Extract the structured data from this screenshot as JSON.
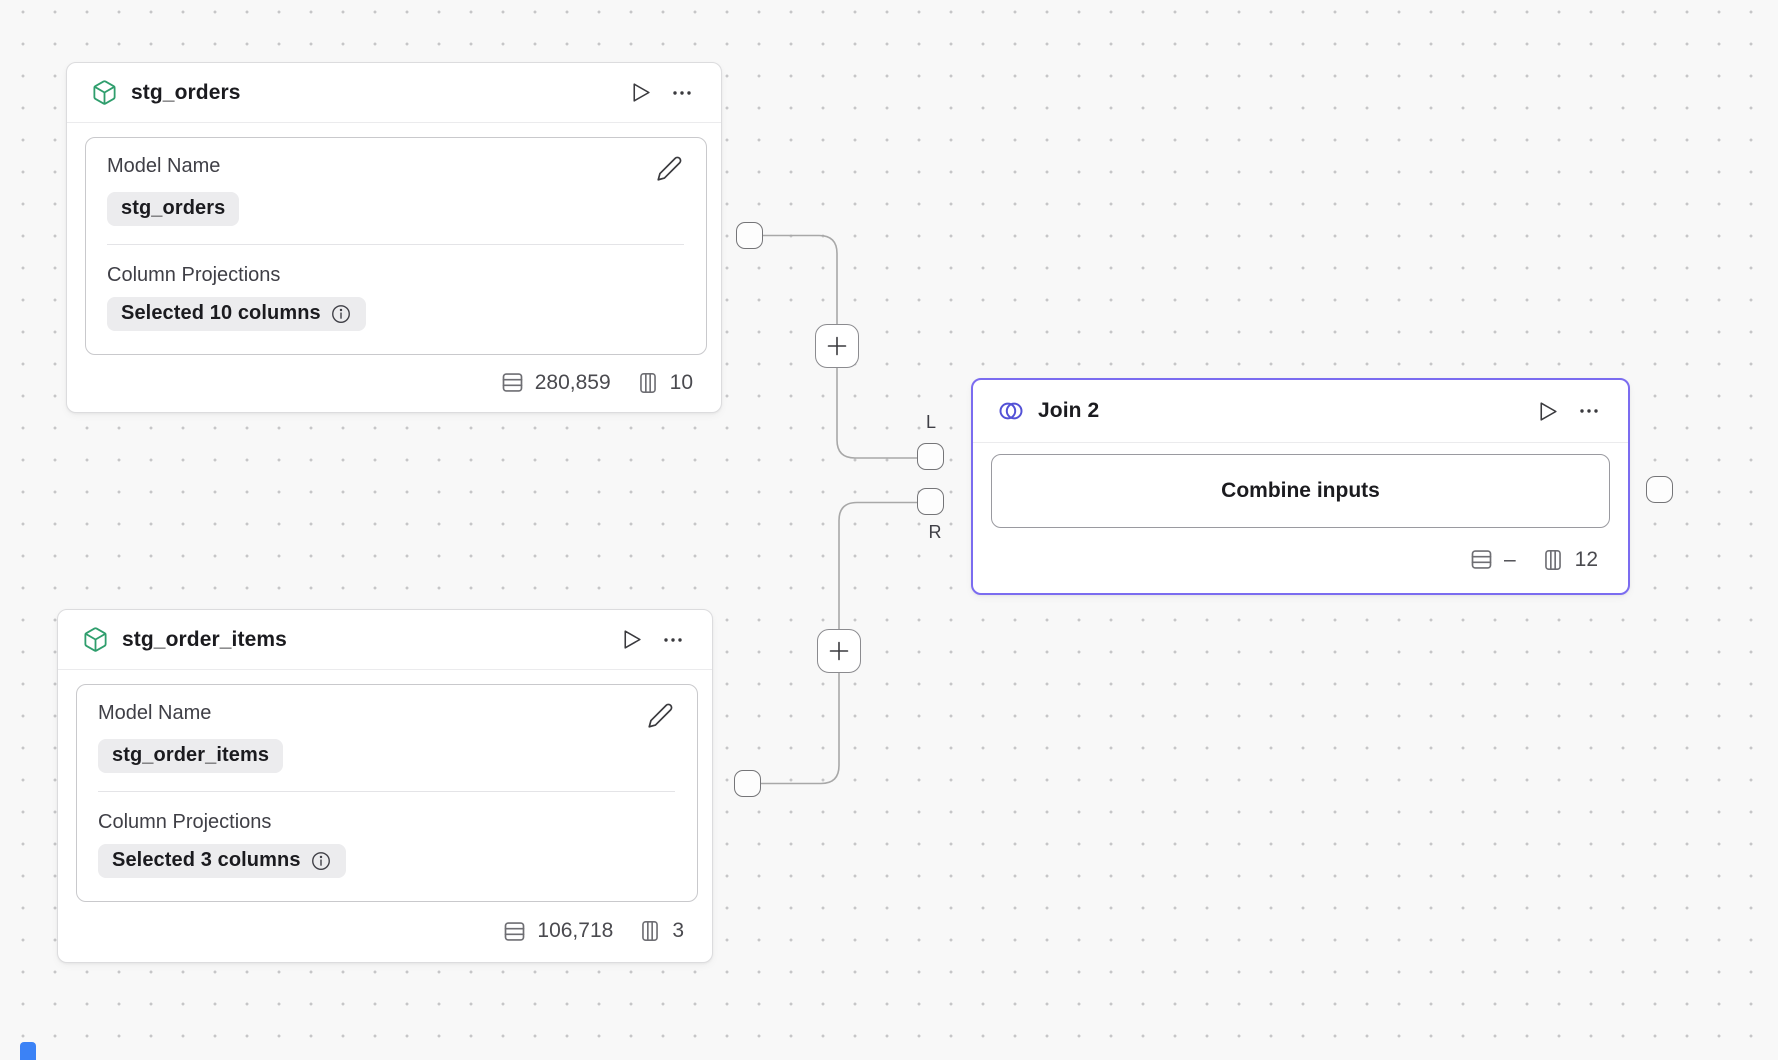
{
  "nodes": {
    "stg_orders": {
      "title": "stg_orders",
      "fields": {
        "model_name": {
          "label": "Model Name",
          "value": "stg_orders"
        },
        "column_projections": {
          "label": "Column Projections",
          "value": "Selected 10 columns"
        }
      },
      "stats": {
        "rows": "280,859",
        "columns": "10"
      }
    },
    "stg_order_items": {
      "title": "stg_order_items",
      "fields": {
        "model_name": {
          "label": "Model Name",
          "value": "stg_order_items"
        },
        "column_projections": {
          "label": "Column Projections",
          "value": "Selected 3 columns"
        }
      },
      "stats": {
        "rows": "106,718",
        "columns": "3"
      }
    },
    "join": {
      "title": "Join 2",
      "button_label": "Combine inputs",
      "stats": {
        "rows": "–",
        "columns": "12"
      },
      "ports": {
        "left": "L",
        "right": "R"
      }
    }
  },
  "icons": {
    "model": "cube-icon",
    "join": "venn-icon",
    "run": "play-icon",
    "menu": "ellipsis-icon",
    "edit": "pencil-icon",
    "info": "info-icon",
    "rows": "table-rows-icon",
    "columns": "table-columns-icon"
  },
  "colors": {
    "model_icon": "#2f9e6d",
    "join_icon": "#5351d6",
    "join_border": "#7b6cf0",
    "edge": "#a8a8a8",
    "chip_bg": "#ececee",
    "canvas_bg": "#f8f8f8",
    "dot": "#c6c6c8",
    "scroll_indicator": "#3b82f6"
  }
}
